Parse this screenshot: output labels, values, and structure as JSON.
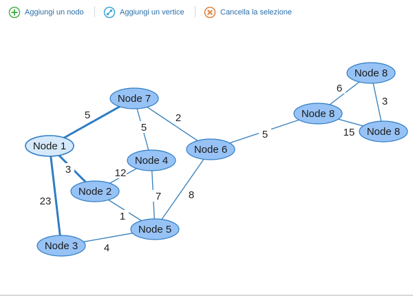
{
  "toolbar": {
    "add_node": {
      "label": "Aggiungi un nodo",
      "icon": "add-icon",
      "color": "#4caf50"
    },
    "add_edge": {
      "label": "Aggiungi un vertice",
      "icon": "connect-icon",
      "color": "#3aa6d8"
    },
    "delete_selection": {
      "label": "Cancella la selezione",
      "icon": "delete-icon",
      "color": "#e2813a"
    }
  },
  "colors": {
    "node_fill": "#97c2f5",
    "node_selected_fill": "#d6e9fb",
    "node_border": "#2f7cc3",
    "edge": "#3d84bd"
  },
  "graph": {
    "nodes": [
      {
        "id": "n1",
        "label": "Node 1",
        "selected": true
      },
      {
        "id": "n2",
        "label": "Node 2"
      },
      {
        "id": "n3",
        "label": "Node 3"
      },
      {
        "id": "n4",
        "label": "Node 4"
      },
      {
        "id": "n5",
        "label": "Node 5"
      },
      {
        "id": "n6",
        "label": "Node 6"
      },
      {
        "id": "n7",
        "label": "Node 7"
      },
      {
        "id": "n8a",
        "label": "Node 8"
      },
      {
        "id": "n8b",
        "label": "Node 8"
      },
      {
        "id": "n8c",
        "label": "Node 8"
      }
    ],
    "edges": [
      {
        "from": "n1",
        "to": "n7",
        "label": "5",
        "highlighted": true
      },
      {
        "from": "n1",
        "to": "n2",
        "label": "3",
        "highlighted": true
      },
      {
        "from": "n1",
        "to": "n3",
        "label": "23",
        "highlighted": true
      },
      {
        "from": "n2",
        "to": "n4",
        "label": "12"
      },
      {
        "from": "n2",
        "to": "n5",
        "label": "1"
      },
      {
        "from": "n3",
        "to": "n5",
        "label": "4"
      },
      {
        "from": "n7",
        "to": "n4",
        "label": "5"
      },
      {
        "from": "n7",
        "to": "n6",
        "label": "2"
      },
      {
        "from": "n4",
        "to": "n5",
        "label": "7"
      },
      {
        "from": "n6",
        "to": "n5",
        "label": "8"
      },
      {
        "from": "n6",
        "to": "n8a",
        "label": "5"
      },
      {
        "from": "n8a",
        "to": "n8b",
        "label": "6"
      },
      {
        "from": "n8b",
        "to": "n8c",
        "label": "3"
      },
      {
        "from": "n8a",
        "to": "n8c",
        "label": "15"
      }
    ]
  }
}
